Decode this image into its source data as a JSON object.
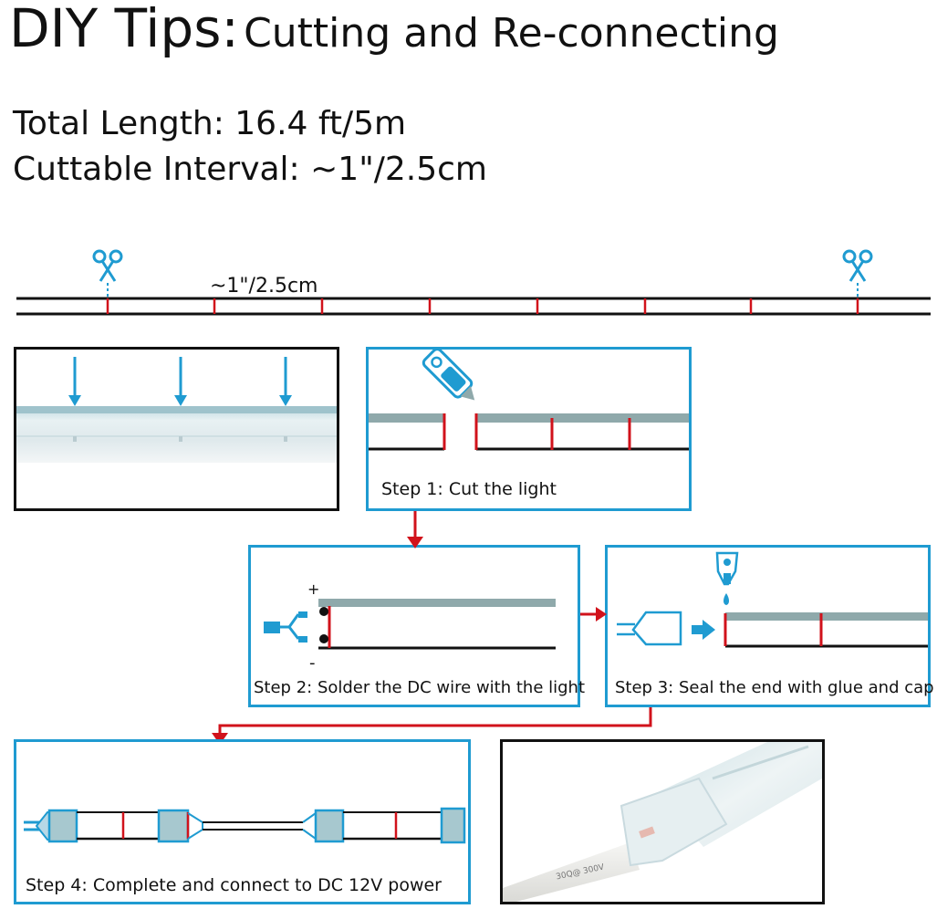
{
  "header": {
    "title_main": "DIY Tips:",
    "title_sub": "Cutting and Re-connecting"
  },
  "specs": {
    "total_length": "Total Length: 16.4 ft/5m",
    "cuttable_interval": "Cuttable Interval: ~1\"/2.5cm"
  },
  "ruler": {
    "interval_label": "~1\"/2.5cm"
  },
  "steps": [
    {
      "caption": "Step 1: Cut the light"
    },
    {
      "caption": "Step 2: Solder the DC wire with the light",
      "plus": "+",
      "minus": "-"
    },
    {
      "caption": "Step 3: Seal the end with glue and cap"
    },
    {
      "caption": "Step 4: Complete and connect to DC 12V power"
    }
  ],
  "photo": {
    "cable_print": "30Q@ 300V"
  },
  "colors": {
    "accent_blue": "#1f9bd1",
    "cut_red": "#d1121b",
    "strip_gray": "#8fa9ab",
    "line_black": "#111111"
  },
  "icons": [
    "scissors-icon",
    "utility-knife-icon",
    "glue-bottle-icon",
    "arrow-right-icon",
    "connector-icon",
    "end-cap-icon"
  ]
}
